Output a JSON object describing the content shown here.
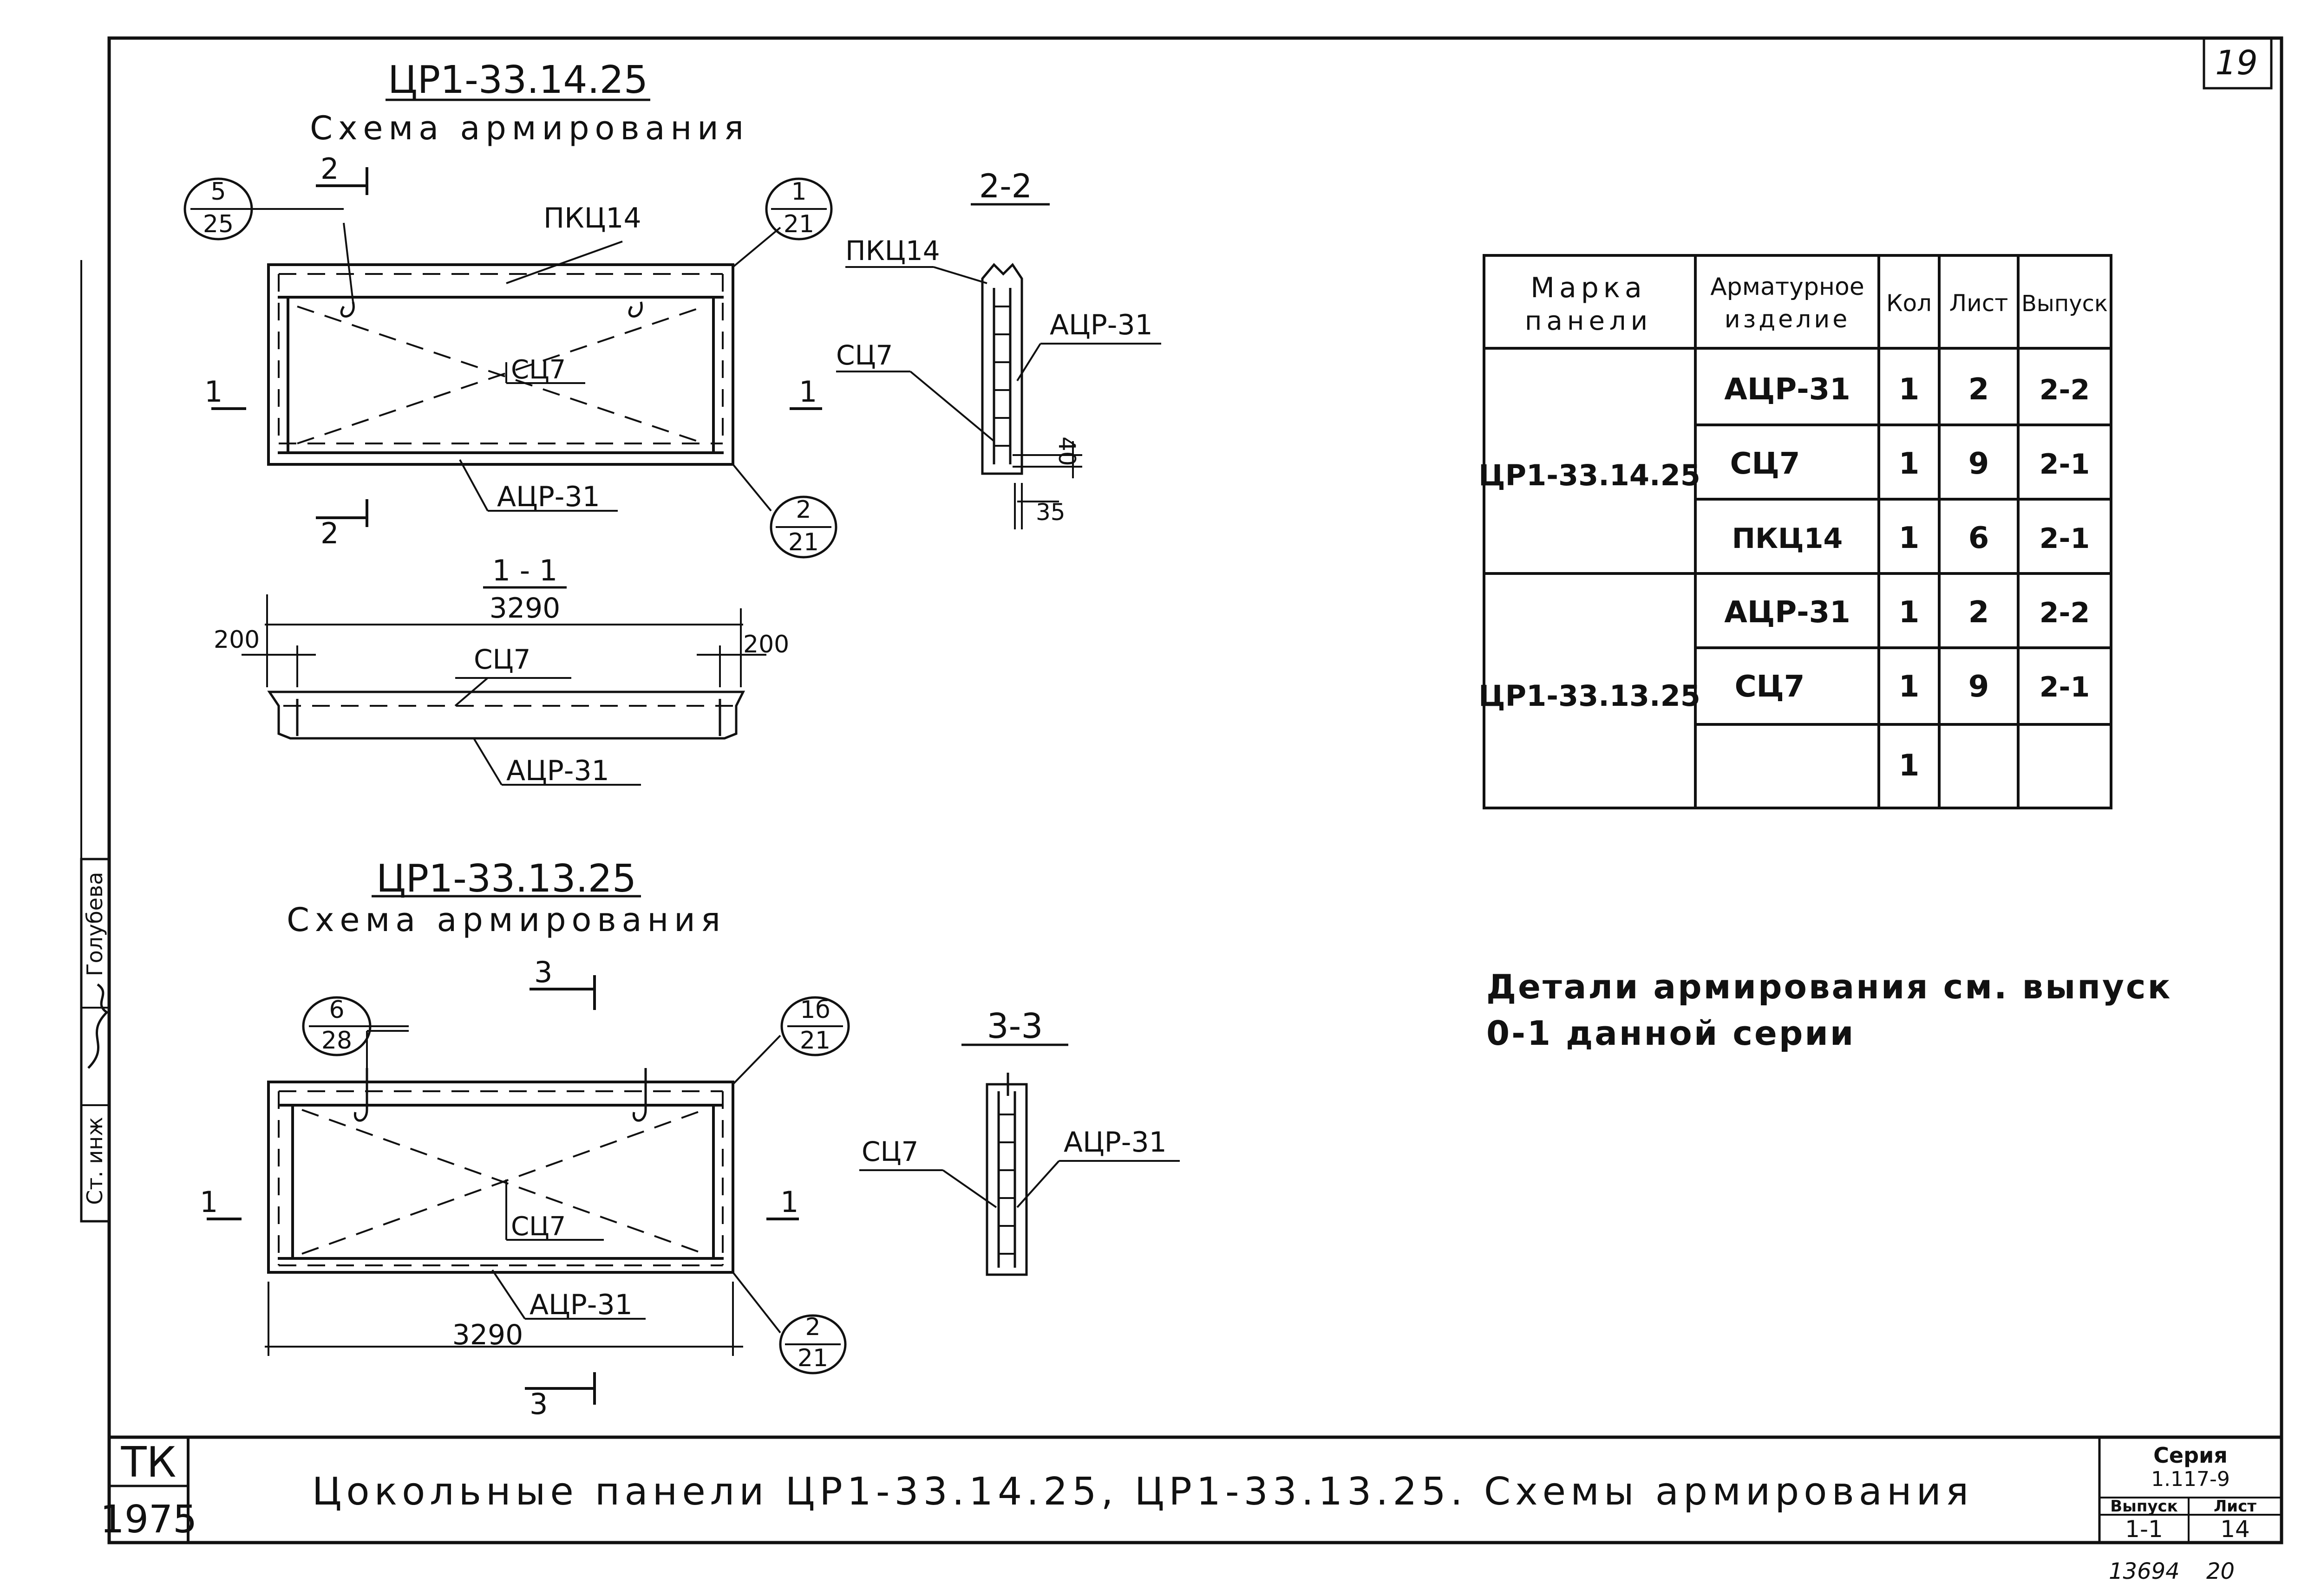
{
  "sheet": {
    "page_number": "19",
    "stamp_code": "ТК",
    "stamp_year": "1975",
    "title": "Цокольные панели ЦР1-33.14.25, ЦР1-33.13.25. Схемы армирования",
    "series_label": "Серия",
    "series_value": "1.117-9",
    "issue_label": "Выпуск",
    "issue_value": "1-1",
    "sheet_label": "Лист",
    "sheet_value": "14",
    "inventory_number": "13694",
    "inventory_suffix": "20",
    "side_role": "Ст. инж",
    "side_name": "Голубева"
  },
  "scheme_top": {
    "title": "ЦР1-33.14.25",
    "subtitle": "Схема армирования",
    "callout_left_top": "5",
    "callout_left_bottom": "25",
    "callout_tr_top": "1",
    "callout_tr_bottom": "21",
    "callout_br_top": "2",
    "callout_br_bottom": "21",
    "label_pkc": "ПКЦ14",
    "label_sc": "СЦ7",
    "label_acr": "АЦР-31",
    "section_2": "2",
    "section_1": "1"
  },
  "section_11": {
    "title": "1 - 1",
    "overall_dim": "3290",
    "left_dim": "200",
    "right_dim": "200",
    "label_sc": "СЦ7",
    "label_acr": "АЦР-31"
  },
  "section_22": {
    "title": "2-2",
    "label_pkc": "ПКЦ14",
    "label_acr": "АЦР-31",
    "label_sc": "СЦ7",
    "dim_40": "40",
    "dim_35": "35"
  },
  "scheme_bottom": {
    "title": "ЦР1-33.13.25",
    "subtitle": "Схема армирования",
    "callout_left_top": "6",
    "callout_left_bottom": "28",
    "callout_tr_top": "1б",
    "callout_tr_bottom": "21",
    "callout_br_top": "2",
    "callout_br_bottom": "21",
    "label_sc": "СЦ7",
    "label_acr": "АЦР-31",
    "overall_dim": "3290",
    "section_3": "3",
    "section_1": "1"
  },
  "section_33": {
    "title": "3-3",
    "label_sc": "СЦ7",
    "label_acr": "АЦР-31"
  },
  "table": {
    "headers": {
      "mark_1": "Марка",
      "mark_2": "панели",
      "item_1": "Арматурное",
      "item_2": "изделие",
      "qty": "Кол",
      "sheet": "Лист",
      "issue": "Выпуск"
    },
    "groups": [
      {
        "mark": "ЦР1-33.14.25",
        "rows": [
          {
            "item": "АЦР-31",
            "qty": "1",
            "sheet": "2",
            "issue": "2-2"
          },
          {
            "item": "СЦ7",
            "qty": "1",
            "sheet": "9",
            "issue": "2-1"
          },
          {
            "item": "ПКЦ14",
            "qty": "1",
            "sheet": "6",
            "issue": "2-1"
          }
        ]
      },
      {
        "mark": "ЦР1-33.13.25",
        "rows": [
          {
            "item": "АЦР-31",
            "qty": "1",
            "sheet": "2",
            "issue": "2-2"
          },
          {
            "item": "СЦ7",
            "qty": "1",
            "sheet": "9",
            "issue": "2-1"
          },
          {
            "item": "",
            "qty": "1",
            "sheet": "",
            "issue": ""
          }
        ]
      }
    ]
  },
  "note": {
    "line1": "Детали армирования см. выпуск",
    "line2": "0-1 данной серии"
  }
}
